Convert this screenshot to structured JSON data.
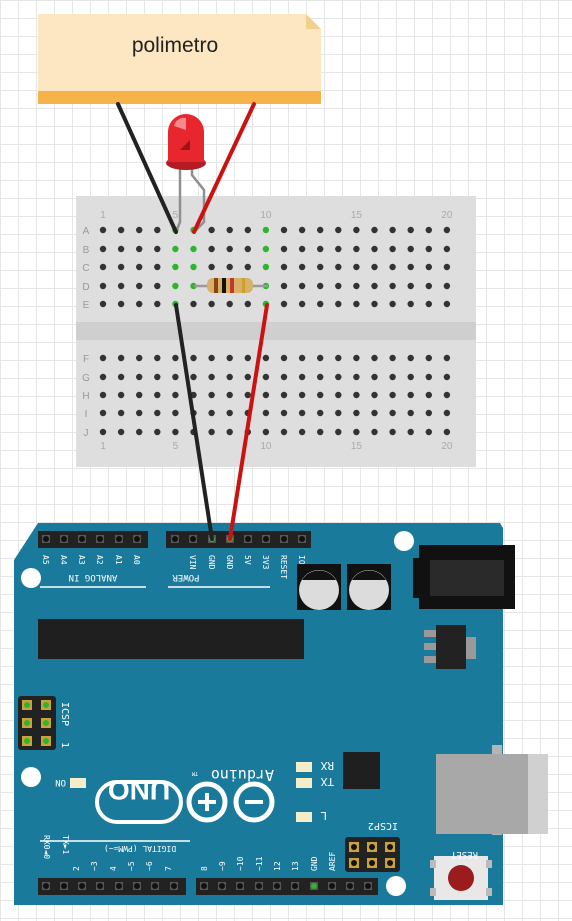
{
  "note": {
    "text": "polimetro"
  },
  "breadboard": {
    "row_labels_top": [
      "A",
      "B",
      "C",
      "D",
      "E"
    ],
    "row_labels_bottom": [
      "F",
      "G",
      "H",
      "I",
      "J"
    ],
    "col_labels": [
      "1",
      "5",
      "10",
      "15",
      "20"
    ]
  },
  "arduino": {
    "analog_label": "ANALOG IN",
    "analog_pins": [
      "A5",
      "A4",
      "A3",
      "A2",
      "A1",
      "A0"
    ],
    "power_label": "POWER",
    "power_pins": [
      "VIN",
      "GND",
      "GND",
      "5V",
      "3V3",
      "RESET",
      "IOREF"
    ],
    "icsp_label": "ICSP",
    "icsp_one": "1",
    "on_label": "ON",
    "brand": "Arduino",
    "tm": "TM",
    "uno": "UNO",
    "rx": "RX",
    "tx": "TX",
    "l_label": "L",
    "digital_label": "DIGITAL (PWM=~)",
    "rx0": "RX0◄0",
    "tx1": "TX►1",
    "digital_pins_low": [
      "2",
      "~3",
      "4",
      "~5",
      "~6",
      "7"
    ],
    "digital_pins_high": [
      "8",
      "~9",
      "~10",
      "~11",
      "12",
      "13",
      "GND",
      "AREF"
    ],
    "icsp2_label": "ICSP2",
    "reset_label": "RESET"
  },
  "colors": {
    "board": "#1a7a9c",
    "note_bg": "#fde7c2",
    "note_bar": "#f6b34a",
    "wire_red": "#cc1111",
    "wire_black": "#222222",
    "led": "#e8262e"
  }
}
